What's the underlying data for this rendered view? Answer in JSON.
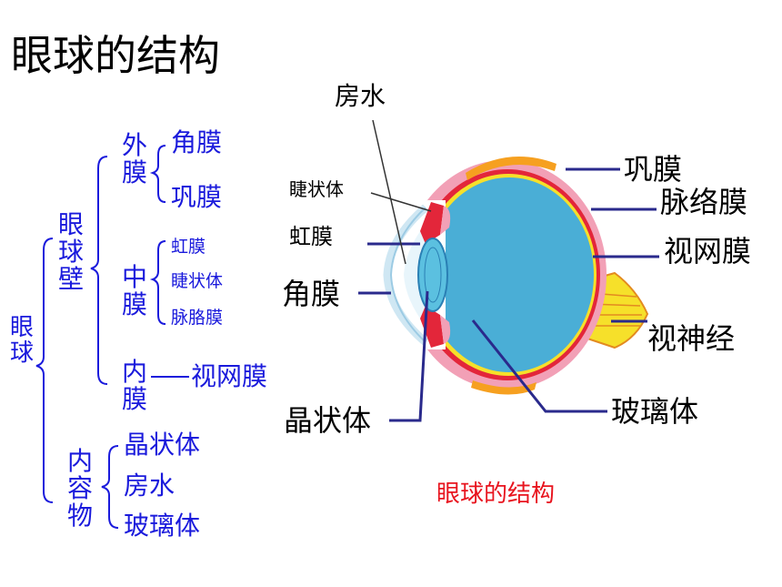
{
  "title": "眼球的结构",
  "tree": {
    "root": "眼球",
    "wall": {
      "label": "眼球壁",
      "outer": {
        "label": "外膜",
        "items": [
          "角膜",
          "巩膜"
        ]
      },
      "middle": {
        "label": "中膜",
        "items": [
          "虹膜",
          "睫状体",
          "脉胳膜"
        ]
      },
      "inner": {
        "label": "内膜",
        "item": "视网膜"
      }
    },
    "contents": {
      "label": "内容物",
      "items": [
        "晶状体",
        "房水",
        "玻璃体"
      ]
    }
  },
  "eye_diagram": {
    "labels": {
      "aqueous": "房水",
      "ciliary": "睫状体",
      "iris": "虹膜",
      "cornea": "角膜",
      "lens": "晶状体",
      "sclera": "巩膜",
      "choroid": "脉络膜",
      "retina": "视网膜",
      "optic_nerve": "视神经",
      "vitreous": "玻璃体"
    },
    "caption": "眼球的结构"
  },
  "colors": {
    "tree_text": "#1a1adc",
    "leader_line": "#2a2a8c",
    "sclera": "#f2a0b6",
    "choroid": "#e3263a",
    "retina": "#f6e02a",
    "vitreous": "#4aaed6",
    "caption": "#e8141e"
  }
}
